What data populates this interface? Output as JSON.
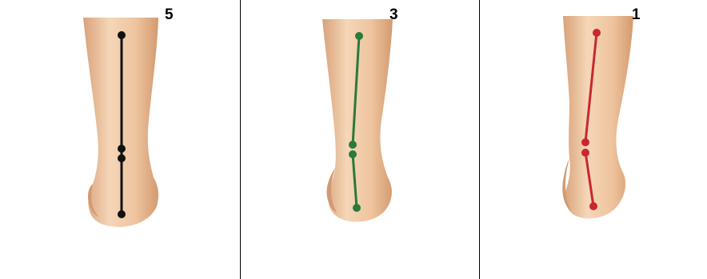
{
  "panels": [
    {
      "score": "5",
      "marker_color": "#111111"
    },
    {
      "score": "3",
      "marker_color": "#2a7a3a"
    },
    {
      "score": "1",
      "marker_color": "#c8282d"
    }
  ],
  "colors": {
    "skin_light": "#f6dcc0",
    "skin_mid": "#e9bd93",
    "skin_dark": "#d49a6e",
    "border": "#000000"
  }
}
